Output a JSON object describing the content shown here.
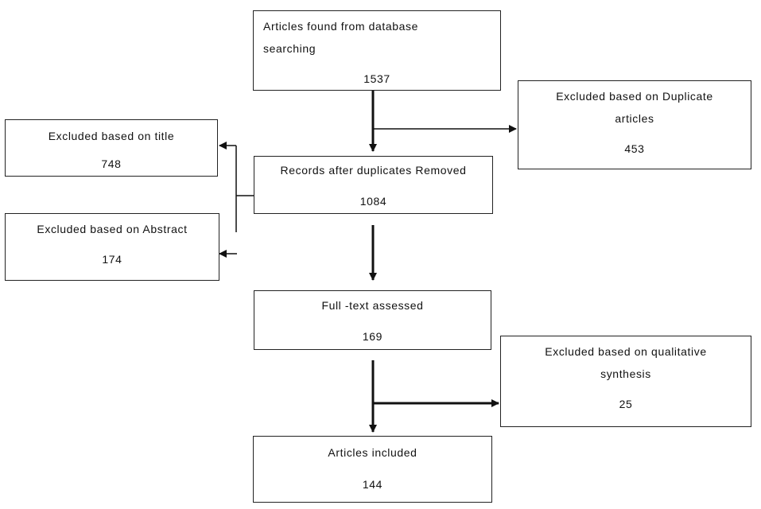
{
  "boxes": {
    "database_search": {
      "label": "Articles found from database searching",
      "line1": "Articles found from database",
      "line2": "searching",
      "count": "1537"
    },
    "duplicates_excluded": {
      "line1": "Excluded based on Duplicate",
      "line2": "articles",
      "count": "453"
    },
    "title_excluded": {
      "label": "Excluded based on title",
      "count": "748"
    },
    "after_duplicates": {
      "label": "Records after duplicates Removed",
      "count": "1084"
    },
    "abstract_excluded": {
      "label": "Excluded based on Abstract",
      "count": "174"
    },
    "full_text": {
      "label": "Full -text assessed",
      "count": "169"
    },
    "qualitative_excluded": {
      "line1": "Excluded based on qualitative",
      "line2": "synthesis",
      "count": "25"
    },
    "included": {
      "label": "Articles included",
      "count": "144"
    }
  }
}
